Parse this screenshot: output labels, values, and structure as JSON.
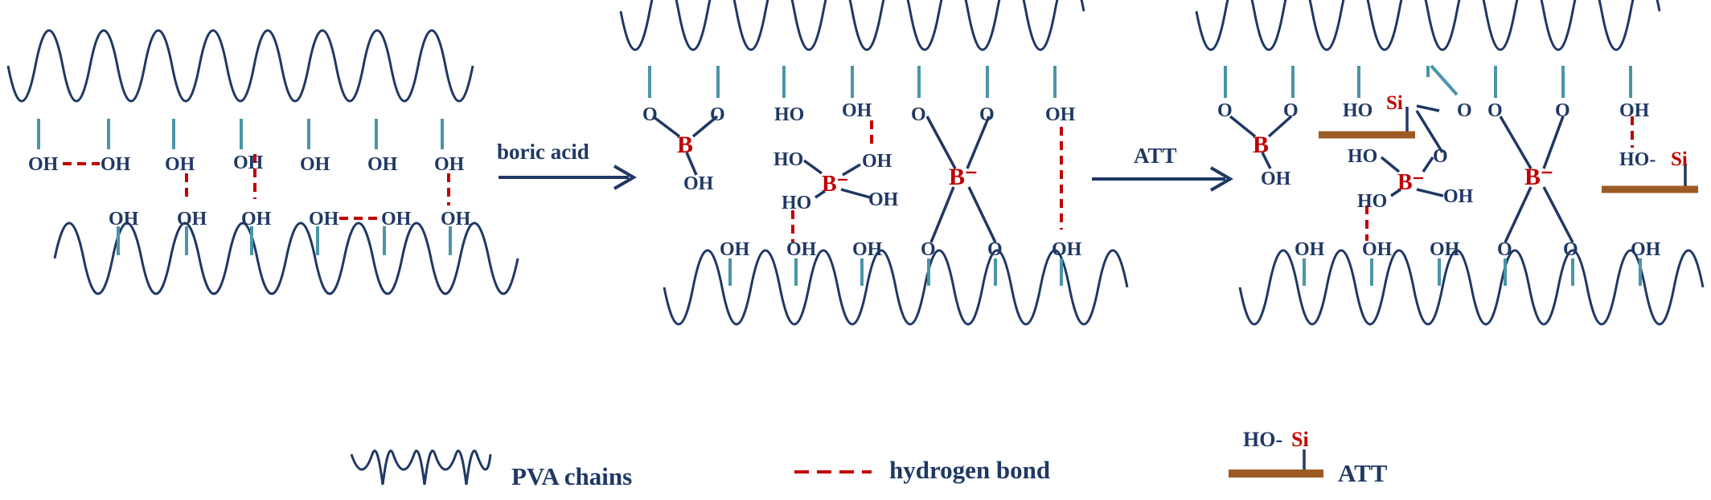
{
  "labels": {
    "oh": "OH",
    "o": "O",
    "ho": "HO",
    "boron": "B",
    "boron_anion": "B⁻",
    "si": "Si",
    "ho_si_prefix": "HO-",
    "reagent_boric": "boric acid",
    "reagent_att": "ATT"
  },
  "legend": {
    "pva": "PVA chains",
    "hbond": "hydrogen bond",
    "att_prefix": "HO-",
    "att_si": "Si",
    "att": "ATT"
  },
  "colors": {
    "chain": "#1f3864",
    "side_group": "#4a95a8",
    "text_navy": "#1f3864",
    "text_red": "#c00000",
    "hbond": "#c00000",
    "att_bar": "#9c5a24"
  }
}
